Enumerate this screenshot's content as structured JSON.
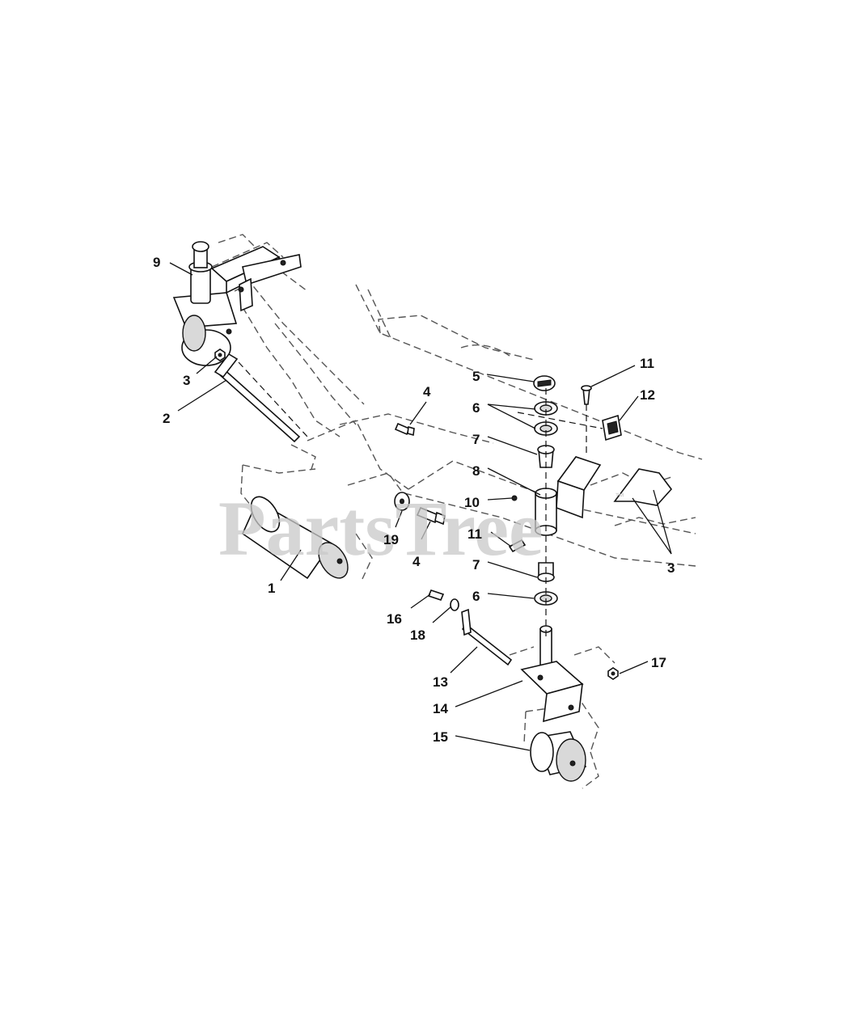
{
  "watermark": {
    "text": "PartsTree",
    "mark": "™"
  },
  "callouts": {
    "c1": "1",
    "c2": "2",
    "c3a": "3",
    "c3b": "3",
    "c4a": "4",
    "c4b": "4",
    "c5": "5",
    "c6a": "6",
    "c6b": "6",
    "c7a": "7",
    "c7b": "7",
    "c8": "8",
    "c9": "9",
    "c10": "10",
    "c11a": "11",
    "c11b": "11",
    "c12": "12",
    "c13": "13",
    "c14": "14",
    "c15": "15",
    "c16": "16",
    "c17": "17",
    "c18": "18",
    "c19": "19"
  }
}
